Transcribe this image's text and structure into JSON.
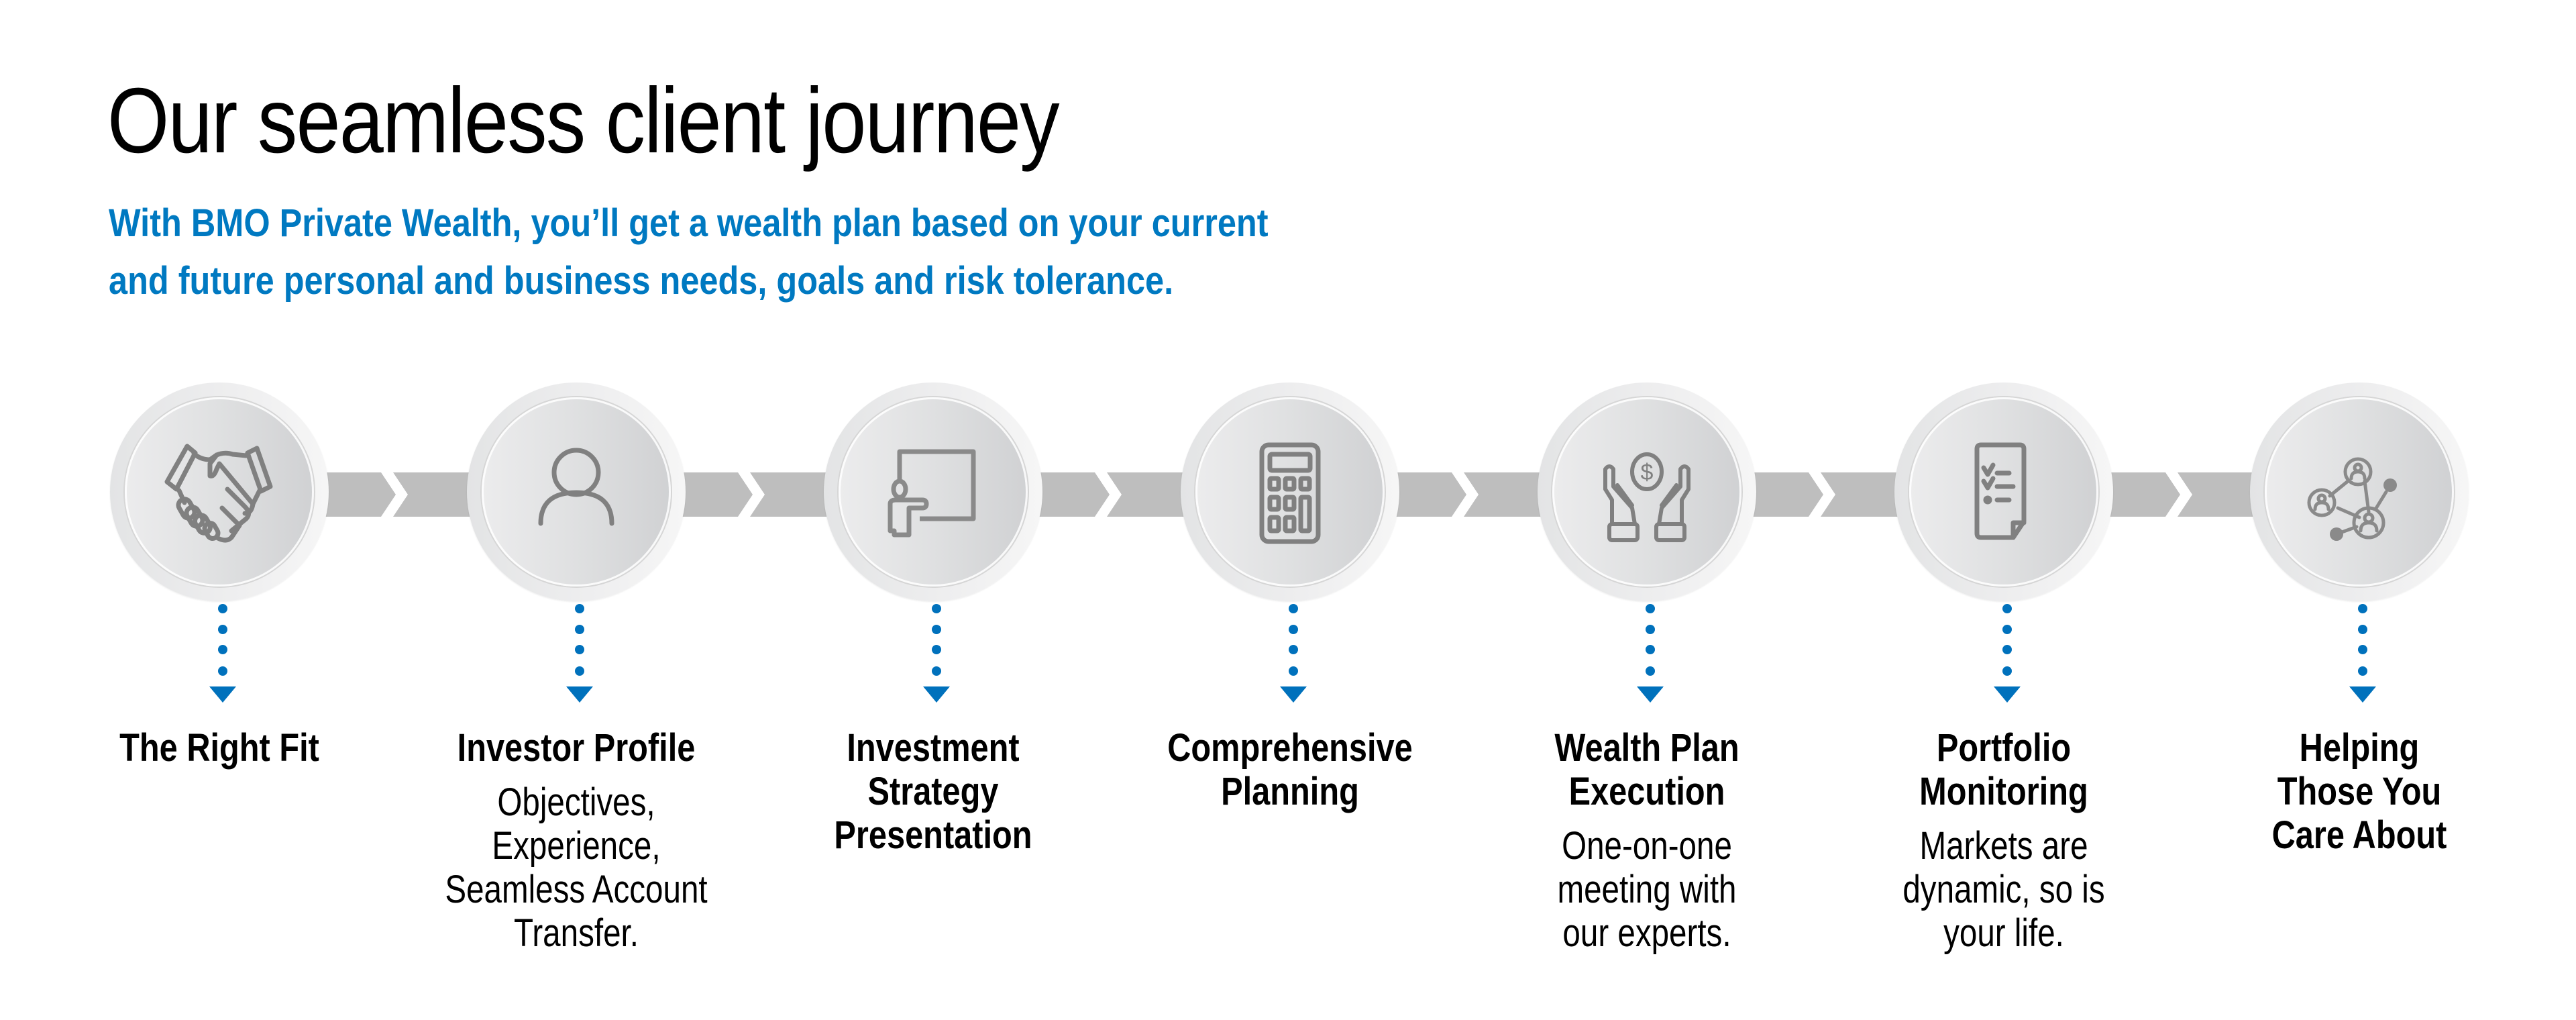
{
  "header": {
    "title": "Our seamless client journey",
    "subtitle_lines": [
      "With BMO Private Wealth, you’ll get a wealth plan based on your current",
      "and future personal and business needs, goals and risk tolerance."
    ]
  },
  "colors": {
    "accent_blue": "#0079c1",
    "band_gray": "#bebebe",
    "icon_gray": "#808080",
    "text": "#000000"
  },
  "steps": [
    {
      "icon": "handshake-icon",
      "heading_lines": [
        "The Right Fit"
      ],
      "description_lines": []
    },
    {
      "icon": "person-icon",
      "heading_lines": [
        "Investor Profile"
      ],
      "description_lines": [
        "Objectives,",
        "Experience,",
        "Seamless Account",
        "Transfer."
      ]
    },
    {
      "icon": "presentation-board-icon",
      "heading_lines": [
        "Investment",
        "Strategy",
        "Presentation"
      ],
      "description_lines": []
    },
    {
      "icon": "calculator-icon",
      "heading_lines": [
        "Comprehensive",
        "Planning"
      ],
      "description_lines": []
    },
    {
      "icon": "hands-dollar-icon",
      "heading_lines": [
        "Wealth Plan",
        "Execution"
      ],
      "description_lines": [
        "One-on-one",
        "meeting with",
        "our experts."
      ]
    },
    {
      "icon": "checklist-document-icon",
      "heading_lines": [
        "Portfolio",
        "Monitoring"
      ],
      "description_lines": [
        "Markets are",
        "dynamic, so is",
        "your life."
      ]
    },
    {
      "icon": "people-network-icon",
      "heading_lines": [
        "Helping",
        "Those You",
        "Care About"
      ],
      "description_lines": []
    }
  ]
}
